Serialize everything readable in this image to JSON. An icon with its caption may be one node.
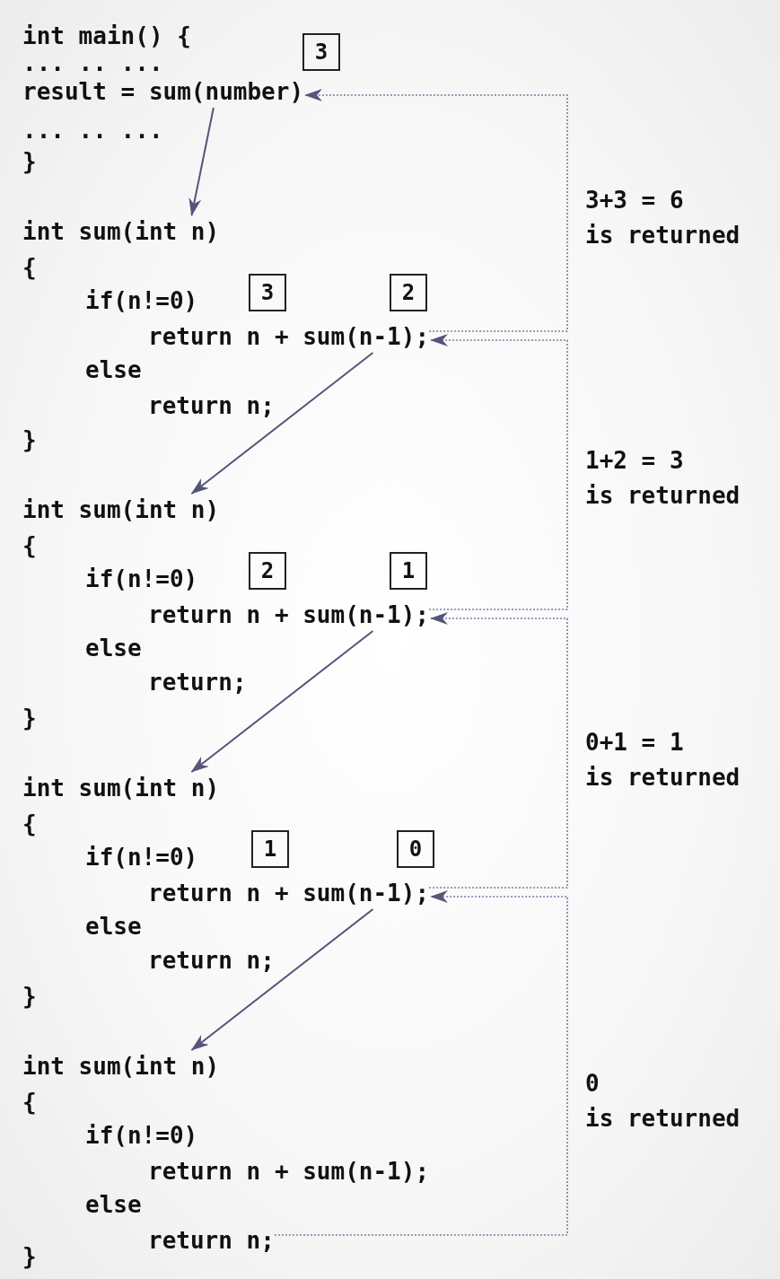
{
  "diagram": {
    "nodes": [
      {
        "text": [
          "3"
        ]
      },
      {
        "text": [
          "result = sum(number)"
        ]
      },
      {
        "text": [
          "int sum(int n)"
        ]
      },
      {
        "text": [
          "3"
        ]
      },
      {
        "text": [
          "2"
        ]
      },
      {
        "text": [
          "return n + sum(n-1);"
        ]
      },
      {
        "text": [
          "int sum(int n)"
        ]
      },
      {
        "text": [
          "2"
        ]
      },
      {
        "text": [
          "1"
        ]
      },
      {
        "text": [
          "return n + sum(n-1);"
        ]
      },
      {
        "text": [
          "int sum(int n)"
        ]
      },
      {
        "text": [
          "1"
        ]
      },
      {
        "text": [
          "0"
        ]
      },
      {
        "text": [
          "return n + sum(n-1);"
        ]
      },
      {
        "text": [
          "int sum(int n)"
        ]
      },
      {
        "text": [
          "return n;"
        ]
      }
    ],
    "edges": [
      {
        "from": 1,
        "to": 2,
        "arrow": "to"
      },
      {
        "from": 5,
        "to": 1,
        "arrow": "to",
        "style": "dashed",
        "label": "3+3 = 6 is returned"
      },
      {
        "from": 5,
        "to": 6,
        "arrow": "to"
      },
      {
        "from": 9,
        "to": 5,
        "arrow": "to",
        "style": "dashed",
        "label": "1+2 = 3 is returned"
      },
      {
        "from": 9,
        "to": 10,
        "arrow": "to"
      },
      {
        "from": 13,
        "to": 9,
        "arrow": "to",
        "style": "dashed",
        "label": "0+1 = 1 is returned"
      },
      {
        "from": 13,
        "to": 14,
        "arrow": "to"
      },
      {
        "from": 15,
        "to": 13,
        "arrow": "to",
        "style": "dashed",
        "label": "0 is returned"
      }
    ],
    "labels": [
      "int main() {",
      "... .. ...",
      "... .. ...",
      "}",
      "{",
      "if(n!=0)",
      "else",
      "return n;",
      "}",
      "{",
      "if(n!=0)",
      "else",
      "return;",
      "}",
      "{",
      "if(n!=0)",
      "else",
      "return n;",
      "}",
      "{",
      "if(n!=0)",
      "return n + sum(n-1);",
      "else",
      "}"
    ]
  }
}
